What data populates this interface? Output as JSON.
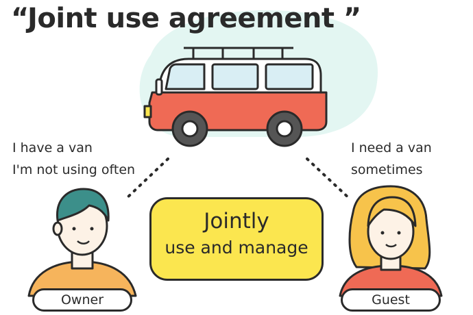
{
  "title": "“Joint use agreement ”",
  "owner": {
    "quote_line1": "I have a van",
    "quote_line2": "I'm not using often",
    "label": "Owner"
  },
  "guest": {
    "quote_line1": "I need a van",
    "quote_line2": "sometimes",
    "label": "Guest"
  },
  "center": {
    "line1": "Jointly",
    "line2": "use and manage"
  },
  "colors": {
    "van_body": "#ef6a55",
    "van_top": "#ffffff",
    "window": "#d9eef4",
    "blob": "#e3f6f2",
    "center_box": "#fbe64f",
    "owner_hair": "#3c8f8a",
    "owner_shirt": "#f6b45c",
    "guest_hair": "#f7c34b",
    "guest_shirt": "#ef6a55",
    "skin": "#fdf2e6",
    "outline": "#2a2a2a"
  }
}
